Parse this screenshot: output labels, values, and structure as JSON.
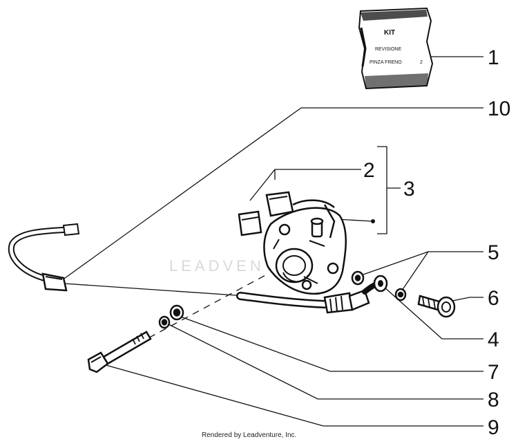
{
  "kit": {
    "title": "KIT",
    "line1": "REVISIONE",
    "line2": "PINZA FRENO",
    "mark": "2"
  },
  "callouts": {
    "n1": "1",
    "n2": "2",
    "n3": "3",
    "n4": "4",
    "n5": "5",
    "n6": "6",
    "n7": "7",
    "n8": "8",
    "n9": "9",
    "n10": "10"
  },
  "watermark": "LEADVENTURE",
  "credit": "Rendered by Leadventure, Inc."
}
